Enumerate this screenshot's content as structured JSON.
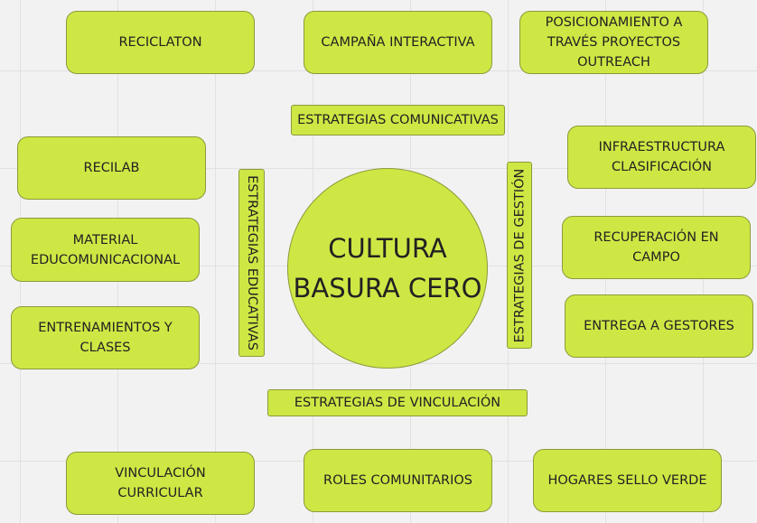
{
  "center": {
    "line1": "CULTURA",
    "line2": "BASURA CERO"
  },
  "categories": {
    "comunicativas": "ESTRATEGIAS COMUNICATIVAS",
    "educativas": "ESTRATEGIAS EDUCATIVAS",
    "gestion": "ESTRATEGIAS DE GESTIÓN",
    "vinculacion": "ESTRATEGIAS DE VINCULACIÓN"
  },
  "nodes": {
    "reciclaton": "RECICLATON",
    "campana": "CAMPAÑA INTERACTIVA",
    "posicionamiento": "POSICIONAMIENTO A TRAVÉS PROYECTOS OUTREACH",
    "recilab": "RECILAB",
    "material": "MATERIAL EDUCOMUNICACIONAL",
    "entrenamientos": "ENTRENAMIENTOS Y CLASES",
    "infraestructura": "INFRAESTRUCTURA CLASIFICACIÓN",
    "recuperacion": "RECUPERACIÓN EN CAMPO",
    "entrega": "ENTREGA A GESTORES",
    "vinculacion_curricular": "VINCULACIÓN CURRICULAR",
    "roles": "ROLES COMUNITARIOS",
    "hogares": "HOGARES SELLO VERDE"
  },
  "colors": {
    "fill": "#cfe744",
    "background": "#f2f2f2"
  }
}
